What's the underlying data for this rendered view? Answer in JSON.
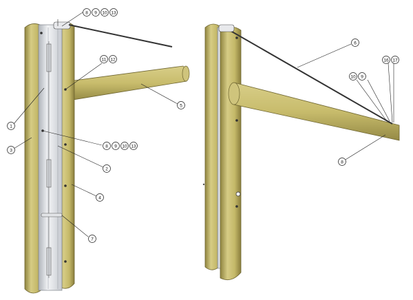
{
  "callouts": {
    "top_left": [
      "8",
      "9",
      "10",
      "13"
    ],
    "upper_mid": [
      "11",
      "12"
    ],
    "left_1": "1",
    "left_3": "3",
    "mid_group": [
      "8",
      "9",
      "10",
      "13"
    ],
    "part_2": "2",
    "part_4": "4",
    "part_5": "5",
    "part_7": "7",
    "part_6": "6",
    "right_pair_a": [
      "10",
      "9"
    ],
    "right_pair_b": [
      "16",
      "17"
    ],
    "part_8": "8"
  },
  "colors": {
    "wood_light": "#d9cf8a",
    "wood_mid": "#b5a85a",
    "wood_dark": "#7d7338",
    "metal_light": "#f1f2f4",
    "metal_mid": "#c9ccd2",
    "metal_dark": "#8a8f98",
    "cable": "#333333",
    "ink": "#111111"
  }
}
